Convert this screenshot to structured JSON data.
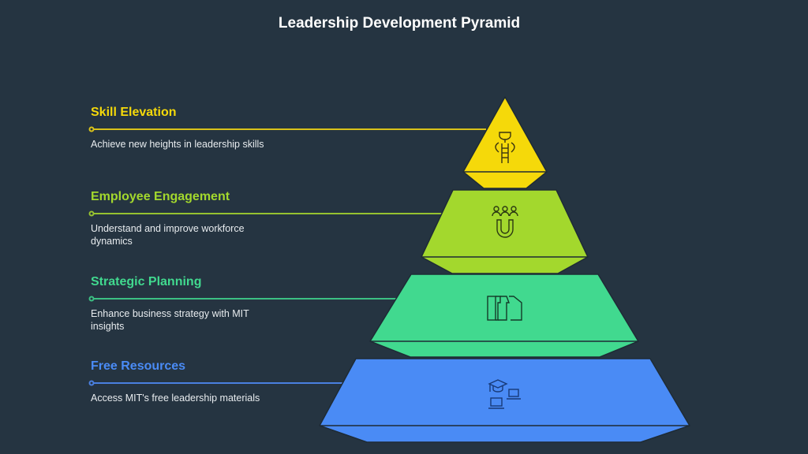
{
  "title": "Leadership Development Pyramid",
  "tiers": [
    {
      "label": "Skill Elevation",
      "description": "Achieve new heights in leadership skills",
      "color": "#f5d90a",
      "icon": "trophy-ladder-icon"
    },
    {
      "label": "Employee Engagement",
      "description": "Understand and improve workforce dynamics",
      "color": "#a3d82d",
      "icon": "people-magnet-icon"
    },
    {
      "label": "Strategic Planning",
      "description": "Enhance business strategy with MIT insights",
      "color": "#41d98f",
      "icon": "strategy-panels-icon"
    },
    {
      "label": "Free Resources",
      "description": "Access MIT's free leadership materials",
      "color": "#4a8bf5",
      "icon": "graduation-laptops-icon"
    }
  ]
}
